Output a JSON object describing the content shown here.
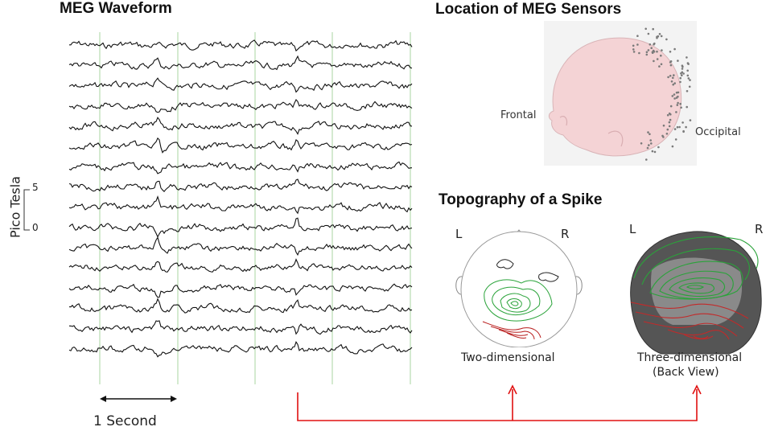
{
  "waveform": {
    "title": "MEG Waveform",
    "channel_count": 16,
    "scale_bar": {
      "top_label": "5",
      "bottom_label": "0"
    },
    "ylabel": "Pico Tesla",
    "time_bar_label": "1 Second"
  },
  "sensors": {
    "title": "Location of MEG Sensors",
    "left_label": "Frontal",
    "right_label": "Occipital"
  },
  "topography": {
    "title": "Topography of a Spike",
    "left_marker": "L",
    "right_marker": "R",
    "panel_2d_caption": "Two-dimensional",
    "panel_3d_caption_line1": "Three-dimensional",
    "panel_3d_caption_line2": "(Back View)"
  },
  "colors": {
    "trace": "#111111",
    "gridline": "#a8d4a0",
    "arrow": "#e01010",
    "positive_contour": "#2aa33a",
    "negative_contour": "#b81c1c",
    "head_skin": "#f4d3d5"
  }
}
